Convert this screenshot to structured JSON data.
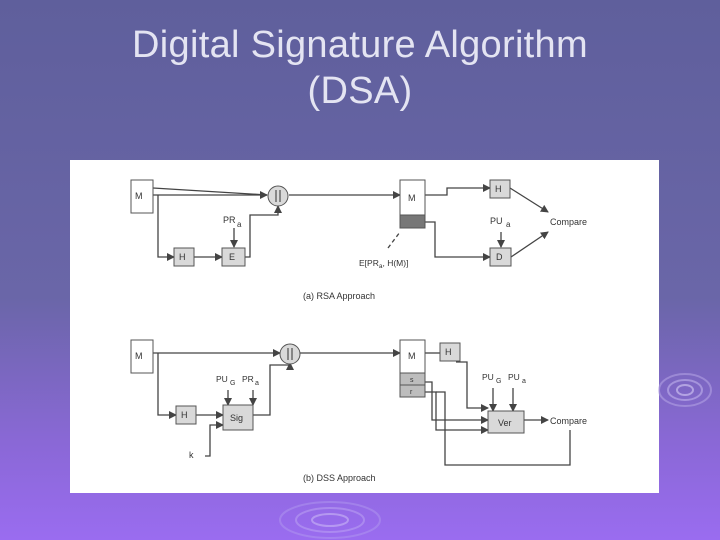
{
  "slide": {
    "title_line1": "Digital Signature Algorithm",
    "title_line2": "(DSA)"
  },
  "rsa": {
    "caption": "(a) RSA Approach",
    "M_left": "M",
    "M_right": "M",
    "H_left": "H",
    "H_right": "H",
    "E": "E",
    "D": "D",
    "PR": "PR",
    "PR_sub": "a",
    "PU": "PU",
    "PU_sub": "a",
    "compare": "Compare",
    "sig_label": "E[PR",
    "sig_label_sub": "a",
    "sig_label_end": ", H(M)]"
  },
  "dss": {
    "caption": "(b) DSS Approach",
    "M_left": "M",
    "M_right": "M",
    "H_left": "H",
    "H_right": "H",
    "Sig": "Sig",
    "Ver": "Ver",
    "compare": "Compare",
    "s": "s",
    "r": "r",
    "k": "k",
    "pu_g_left": "PU",
    "pu_g_left_sub": "G",
    "pr_a_left": "PR",
    "pr_a_left_sub": "a",
    "pu_g_right": "PU",
    "pu_g_right_sub": "G",
    "pu_a_right": "PU",
    "pu_a_right_sub": "a"
  },
  "colors": {
    "title": "#e4e4f2",
    "box_fill": "#d9d9d9",
    "box_stroke": "#555555",
    "line": "#444444",
    "sig_block": "#777777"
  }
}
